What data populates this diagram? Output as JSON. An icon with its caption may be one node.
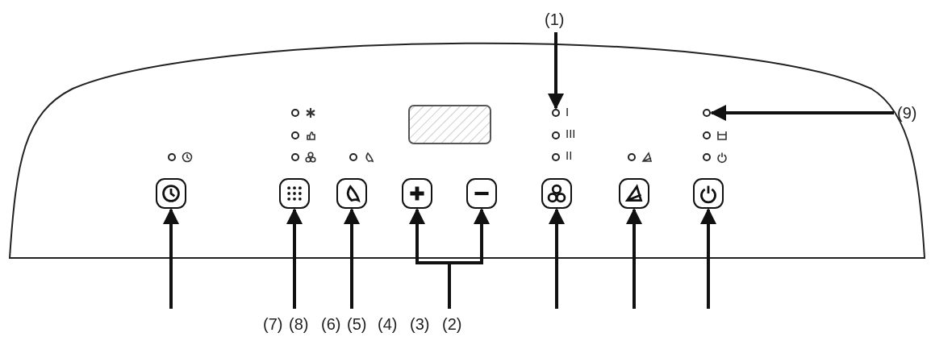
{
  "diagram": {
    "nodes": [
      {
        "text": [],
        "shape": "box"
      },
      {
        "text": [],
        "shape": "box"
      },
      {
        "text": [],
        "shape": "box"
      },
      {
        "text": [],
        "shape": "box"
      },
      {
        "text": [],
        "shape": "box"
      },
      {
        "text": [],
        "shape": "box"
      },
      {
        "text": [],
        "shape": "box"
      },
      {
        "text": [],
        "shape": "box"
      },
      {
        "text": [
          "(1)"
        ]
      },
      {
        "text": [],
        "shape": "circle"
      },
      {
        "text": [
          "(9)"
        ]
      },
      {
        "text": [],
        "shape": "circle"
      }
    ],
    "edges": [
      {
        "from": null,
        "to": 0,
        "arrow": "to"
      },
      {
        "from": null,
        "to": 1,
        "arrow": "to"
      },
      {
        "from": null,
        "to": 2,
        "arrow": "to"
      },
      {
        "from": null,
        "to": 3,
        "arrow": "to"
      },
      {
        "from": null,
        "to": 4,
        "arrow": "to"
      },
      {
        "from": null,
        "to": 5,
        "arrow": "to"
      },
      {
        "from": null,
        "to": 6,
        "arrow": "to"
      },
      {
        "from": null,
        "to": 7,
        "arrow": "to"
      },
      {
        "from": 8,
        "to": 9,
        "arrow": "to"
      },
      {
        "from": 10,
        "to": 11,
        "arrow": "to"
      }
    ],
    "labels": [
      "I",
      "III",
      "II",
      "(7)",
      "(8)",
      "(6)",
      "(5)",
      "(4)",
      "(3)",
      "(2)"
    ]
  }
}
